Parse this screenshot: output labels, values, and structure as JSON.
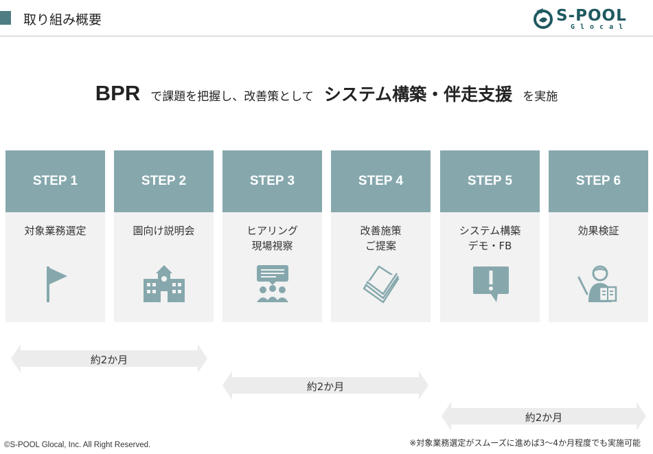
{
  "header": {
    "title": "取り組み概要"
  },
  "logo": {
    "text": "S-POOL",
    "sub": "Glocal"
  },
  "headline": {
    "bpr": "BPR",
    "mid": "で課題を把握し、改善策として",
    "strong": "システム構築・伴走支援",
    "end": "を実施"
  },
  "steps": [
    {
      "heading": "STEP 1",
      "label": "対象業務選定",
      "icon": "flag-icon"
    },
    {
      "heading": "STEP 2",
      "label": "園向け説明会",
      "icon": "school-building-icon"
    },
    {
      "heading": "STEP 3",
      "label": "ヒアリング\n現場視察",
      "icon": "meeting-icon"
    },
    {
      "heading": "STEP 4",
      "label": "改善施策\nご提案",
      "icon": "documents-icon"
    },
    {
      "heading": "STEP 5",
      "label": "システム構築\nデモ・FB",
      "icon": "alert-speech-bubble-icon"
    },
    {
      "heading": "STEP 6",
      "label": "効果検証",
      "icon": "presenter-icon"
    }
  ],
  "periods": [
    {
      "label": "約2か月"
    },
    {
      "label": "約2か月"
    },
    {
      "label": "約2か月"
    }
  ],
  "footer": {
    "copyright": "©S-POOL Glocal, Inc.  All Right Reserved.",
    "note": "※対象業務選定がスムーズに進めば3～4か月程度でも実施可能"
  },
  "colors": {
    "accent": "#86a8ad",
    "marker": "#4e7d83",
    "card": "#f2f2f2",
    "icon": "#86a8ad",
    "arrow": "#ececec"
  }
}
